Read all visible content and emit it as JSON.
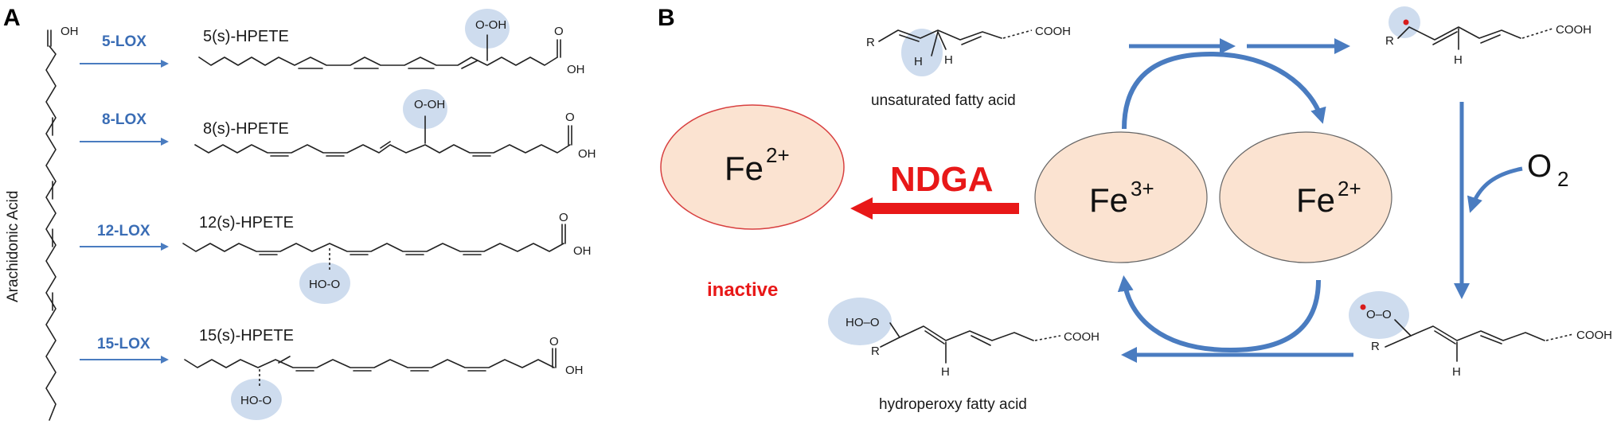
{
  "panel_a": {
    "letter": "A",
    "substrate_label": "Arachidonic Acid",
    "acid_label": "OH",
    "reactions": [
      {
        "enzyme": "5-LOX",
        "product": "5(s)-HPETE",
        "peroxide": "O-OH",
        "acid": "OH"
      },
      {
        "enzyme": "8-LOX",
        "product": "8(s)-HPETE",
        "peroxide": "O-OH",
        "acid": "OH"
      },
      {
        "enzyme": "12-LOX",
        "product": "12(s)-HPETE",
        "peroxide": "HO-O",
        "acid": "OH"
      },
      {
        "enzyme": "15-LOX",
        "product": "15(s)-HPETE",
        "peroxide": "HO-O",
        "acid": "OH"
      }
    ]
  },
  "panel_b": {
    "letter": "B",
    "iron_inactive": {
      "symbol": "Fe",
      "charge": "2+"
    },
    "iron_oxidized": {
      "symbol": "Fe",
      "charge": "3+"
    },
    "iron_reduced": {
      "symbol": "Fe",
      "charge": "2+"
    },
    "inhibitor": "NDGA",
    "inactive_label": "inactive",
    "oxygen": {
      "symbol": "O",
      "subscript": "2"
    },
    "unsaturated_caption": "unsaturated fatty acid",
    "hydroperoxy_caption": "hydroperoxy fatty acid",
    "cooh": "COOH",
    "r_group": "R",
    "h_atom": "H",
    "hooh": "HO–O",
    "oo": "O–O",
    "colors": {
      "arrow_blue": "#4a7cc0",
      "inhibitor_red": "#e81818",
      "ellipse_fill": "#fbe3d1",
      "highlight": "#c9d8ec"
    }
  }
}
